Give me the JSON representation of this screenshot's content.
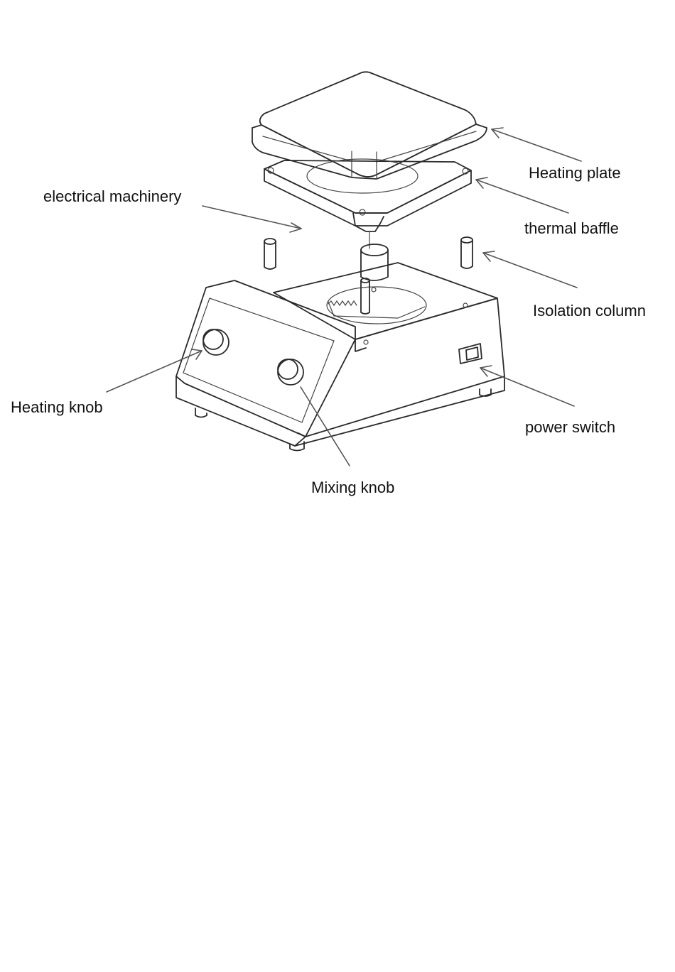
{
  "labels": {
    "heating_plate": "Heating plate",
    "thermal_baffle": "thermal baffle",
    "electrical_machinery": "electrical machinery",
    "isolation_column": "Isolation column",
    "heating_knob": "Heating knob",
    "mixing_knob": "Mixing knob",
    "power_switch": "power switch"
  },
  "colors": {
    "line": "#2a2a2a",
    "arrow": "#555555",
    "background": "#ffffff"
  }
}
